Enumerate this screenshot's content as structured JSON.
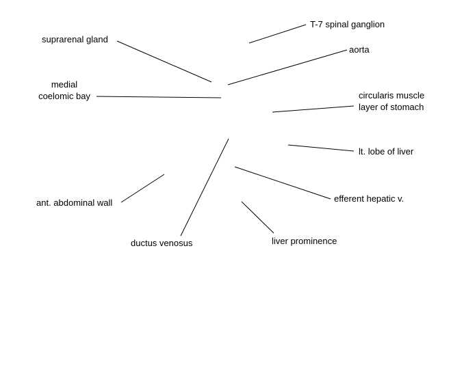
{
  "labels": {
    "t7_spinal_ganglion": "T-7 spinal ganglion",
    "suprarenal_gland": "suprarenal gland",
    "aorta": "aorta",
    "medial_coelomic_bay_line1": "medial",
    "medial_coelomic_bay_line2": "coelomic bay",
    "circularis_line1": "circularis muscle",
    "circularis_line2": "layer of stomach",
    "lt_lobe_of_liver": "lt. lobe of liver",
    "ant_abdominal_wall": "ant. abdominal wall",
    "efferent_hepatic_v": "efferent hepatic v.",
    "ductus_venosus": "ductus venosus",
    "liver_prominence": "liver prominence"
  },
  "colors": {
    "background": "#ffffff",
    "line": "#000000",
    "text": "#000000"
  }
}
